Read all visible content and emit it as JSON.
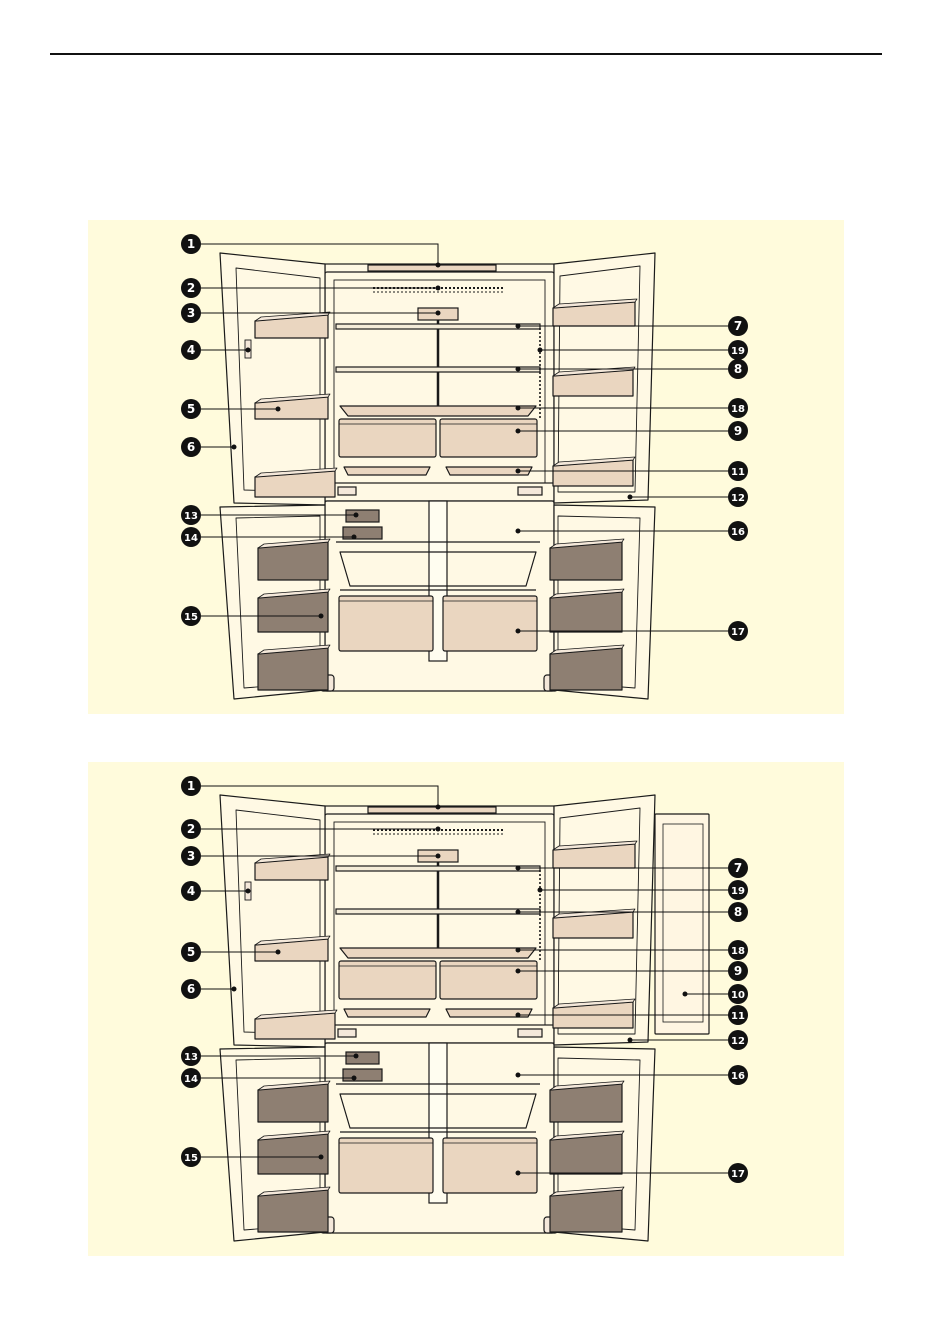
{
  "page": {
    "header_rule": true
  },
  "colors": {
    "panel_background": "#fffbdc",
    "outline": "#1a1a1a",
    "bin_fill": "#ead6c0",
    "bin_dark": "#8e7f72",
    "cabinet_fill": "#fff9e4",
    "callout": "#111111"
  },
  "diagrams": [
    {
      "id": "model-a",
      "has_extra_door_panel": false,
      "callouts": [
        "1",
        "2",
        "3",
        "4",
        "5",
        "6",
        "7",
        "19",
        "8",
        "18",
        "9",
        "11",
        "12",
        "13",
        "14",
        "15",
        "16",
        "17"
      ]
    },
    {
      "id": "model-b",
      "has_extra_door_panel": true,
      "callouts": [
        "1",
        "2",
        "3",
        "4",
        "5",
        "6",
        "7",
        "19",
        "8",
        "18",
        "9",
        "10",
        "11",
        "12",
        "13",
        "14",
        "15",
        "16",
        "17"
      ]
    }
  ]
}
